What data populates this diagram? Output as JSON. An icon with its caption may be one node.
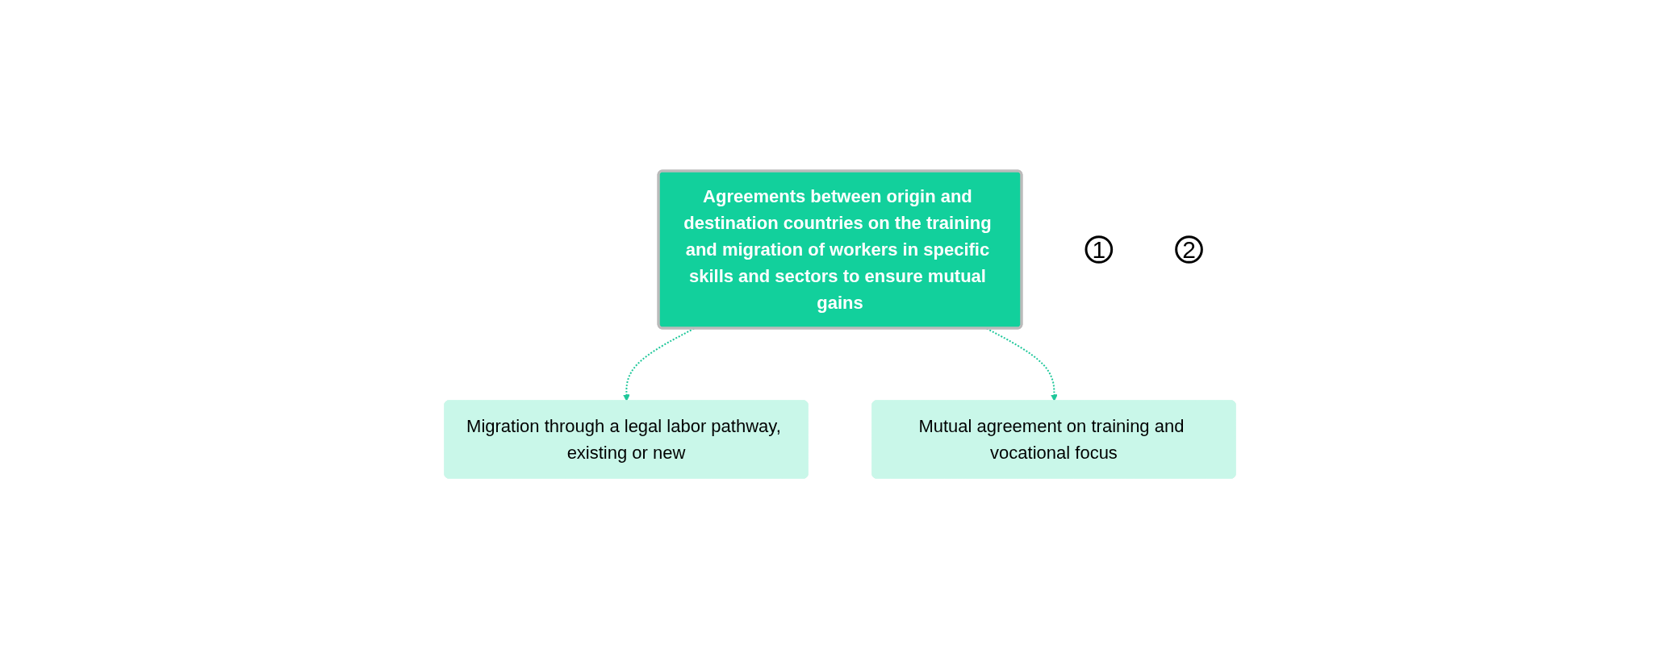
{
  "diagram": {
    "nodes": [
      {
        "text": [
          "Agreements between origin and destination countries on the training and migration of workers in specific skills and sectors to ensure mutual gains"
        ]
      },
      {
        "text": [
          "1"
        ]
      },
      {
        "text": [
          "Migration through a legal labor pathway, existing or new"
        ]
      },
      {
        "text": [
          "2"
        ]
      },
      {
        "text": [
          "Mutual agreement on training and vocational focus"
        ]
      }
    ],
    "edges": [
      {
        "from": 0,
        "to": 2,
        "arrow": "to",
        "style": "dashed"
      },
      {
        "from": 0,
        "to": 4,
        "arrow": "to",
        "style": "dashed"
      }
    ]
  }
}
